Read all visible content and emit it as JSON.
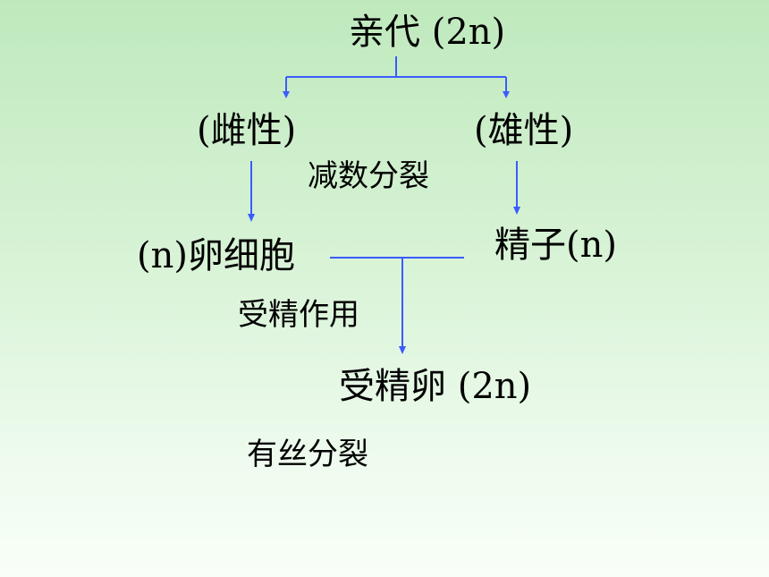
{
  "nodes": {
    "parent": "亲代 (2n)",
    "female": "(雌性)",
    "male": "(雄性)",
    "meiosis": "减数分裂",
    "egg": "(n)卵细胞",
    "sperm": "精子(n)",
    "fertilization": "受精作用",
    "zygote": "受精卵 (2n)",
    "mitosis": "有丝分裂"
  },
  "colors": {
    "arrow": "#3b5bff",
    "background_top": "#bfe9bd",
    "background_bottom": "#f9fff8"
  }
}
